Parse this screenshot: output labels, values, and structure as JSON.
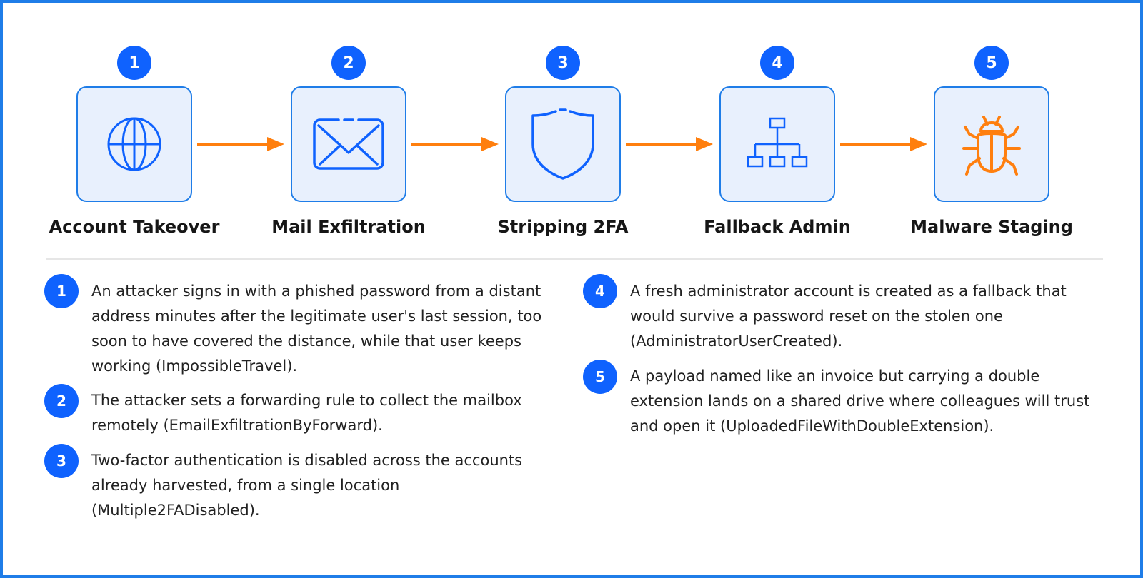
{
  "colors": {
    "accent": "#0f62fe",
    "border": "#1f7de8",
    "box_fill": "#e8f0fd",
    "arrow": "#ff7f0e",
    "malware_icon": "#ff7f0e"
  },
  "stages": [
    {
      "number": "1",
      "label": "Account Takeover",
      "icon": "globe-icon"
    },
    {
      "number": "2",
      "label": "Mail Exfiltration",
      "icon": "mail-icon"
    },
    {
      "number": "3",
      "label": "Stripping 2FA",
      "icon": "shield-icon"
    },
    {
      "number": "4",
      "label": "Fallback Admin",
      "icon": "org-chart-icon"
    },
    {
      "number": "5",
      "label": "Malware Staging",
      "icon": "bug-icon"
    }
  ],
  "steps": [
    {
      "number": "1",
      "text": "An attacker signs in with a phished password from a distant address minutes after the legitimate user's last session, too soon to have covered the distance, while that user keeps working (ImpossibleTravel)."
    },
    {
      "number": "2",
      "text": "The attacker sets a forwarding rule to collect the mailbox remotely (EmailExfiltrationByForward)."
    },
    {
      "number": "3",
      "text": "Two-factor authentication is disabled across the accounts already harvested, from a single location (Multiple2FADisabled)."
    },
    {
      "number": "4",
      "text": "A fresh administrator account is created as a fallback that would survive a password reset on the stolen one (AdministratorUserCreated)."
    },
    {
      "number": "5",
      "text": "A payload named like an invoice but carrying a double extension lands on a shared drive where colleagues will trust and open it (UploadedFileWithDoubleExtension)."
    }
  ]
}
